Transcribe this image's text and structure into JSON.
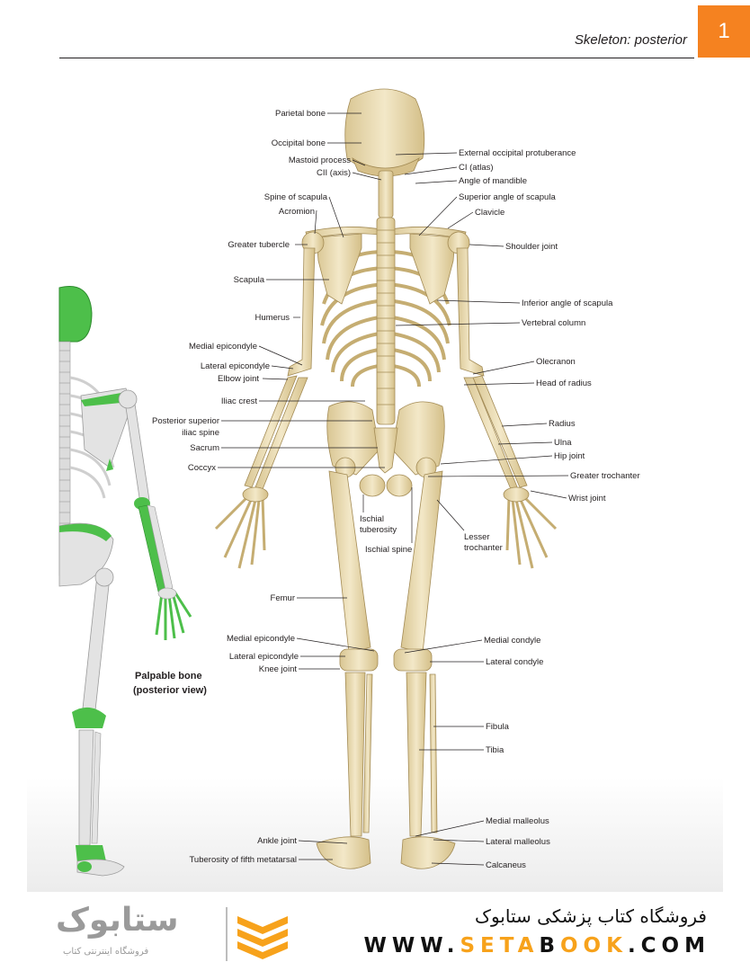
{
  "header": {
    "title": "Skeleton: posterior",
    "chapter": "1"
  },
  "inset": {
    "caption_line1": "Palpable bone",
    "caption_line2": "(posterior view)"
  },
  "labels_left": {
    "parietal_bone": "Parietal bone",
    "occipital_bone": "Occipital bone",
    "mastoid_process": "Mastoid process",
    "cii_axis": "CII (axis)",
    "spine_of_scapula": "Spine of scapula",
    "acromion": "Acromion",
    "greater_tubercle": "Greater tubercle",
    "scapula": "Scapula",
    "humerus": "Humerus",
    "medial_epicondyle": "Medial epicondyle",
    "lateral_epicondyle": "Lateral epicondyle",
    "elbow_joint": "Elbow joint",
    "iliac_crest": "Iliac crest",
    "posterior_superior_1": "Posterior superior",
    "posterior_superior_2": "iliac spine",
    "sacrum": "Sacrum",
    "coccyx": "Coccyx",
    "femur": "Femur",
    "medial_epicondyle_knee": "Medial epicondyle",
    "lateral_epicondyle_knee": "Lateral epicondyle",
    "knee_joint": "Knee joint",
    "ankle_joint": "Ankle joint",
    "tuberosity_fifth": "Tuberosity of fifth metatarsal"
  },
  "labels_center": {
    "ischial_tuberosity_1": "Ischial",
    "ischial_tuberosity_2": "tuberosity",
    "ischial_spine": "Ischial spine",
    "lesser_trochanter_1": "Lesser",
    "lesser_trochanter_2": "trochanter"
  },
  "labels_right": {
    "external_occipital": "External occipital protuberance",
    "ci_atlas": "CI (atlas)",
    "angle_of_mandible": "Angle of mandible",
    "superior_angle_scapula": "Superior angle of scapula",
    "clavicle": "Clavicle",
    "shoulder_joint": "Shoulder joint",
    "inferior_angle_scapula": "Inferior angle of scapula",
    "vertebral_column": "Vertebral column",
    "olecranon": "Olecranon",
    "head_of_radius": "Head of radius",
    "radius": "Radius",
    "ulna": "Ulna",
    "hip_joint": "Hip joint",
    "greater_trochanter": "Greater trochanter",
    "wrist_joint": "Wrist joint",
    "medial_condyle": "Medial condyle",
    "lateral_condyle": "Lateral condyle",
    "fibula": "Fibula",
    "tibia": "Tibia",
    "medial_malleolus": "Medial malleolus",
    "lateral_malleolus": "Lateral malleolus",
    "calcaneus": "Calcaneus"
  },
  "footer": {
    "store_name": "فروشگاه کتاب پزشکی ستابوک",
    "url_part1": "WWW.",
    "url_accent1": "SETA",
    "url_part2": "B",
    "url_accent2": "OOK",
    "url_part3": ".COM",
    "logo_text": "ستابوک",
    "logo_sub": "فروشگاه اینترنتی کتاب"
  },
  "colors": {
    "bone": "#eadcb3",
    "bone_shadow": "#c8b27c",
    "palpable_green": "#4dbf4a",
    "accent_orange": "#f58220",
    "logo_gold": "#f7a21b"
  }
}
